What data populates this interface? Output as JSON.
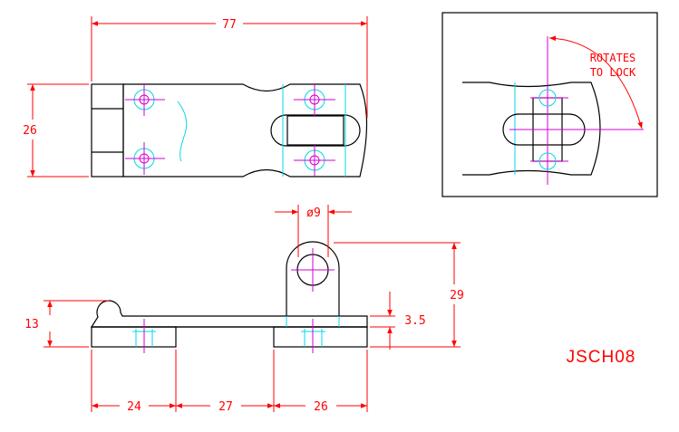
{
  "dimensions": {
    "overall_length": "77",
    "height": "26",
    "pin_diameter": "ø9",
    "side_height": "13",
    "base_thickness": "3.5",
    "eye_height": "29",
    "segment_a": "24",
    "segment_b": "27",
    "segment_c": "26"
  },
  "detail": {
    "note_line_1": "ROTATES",
    "note_line_2": "TO LOCK"
  },
  "drawing_code": "JSCH08",
  "colors": {
    "outline": "#000000",
    "dimension": "#ff0000",
    "hidden": "#00d8e8",
    "center": "#d000d0"
  }
}
